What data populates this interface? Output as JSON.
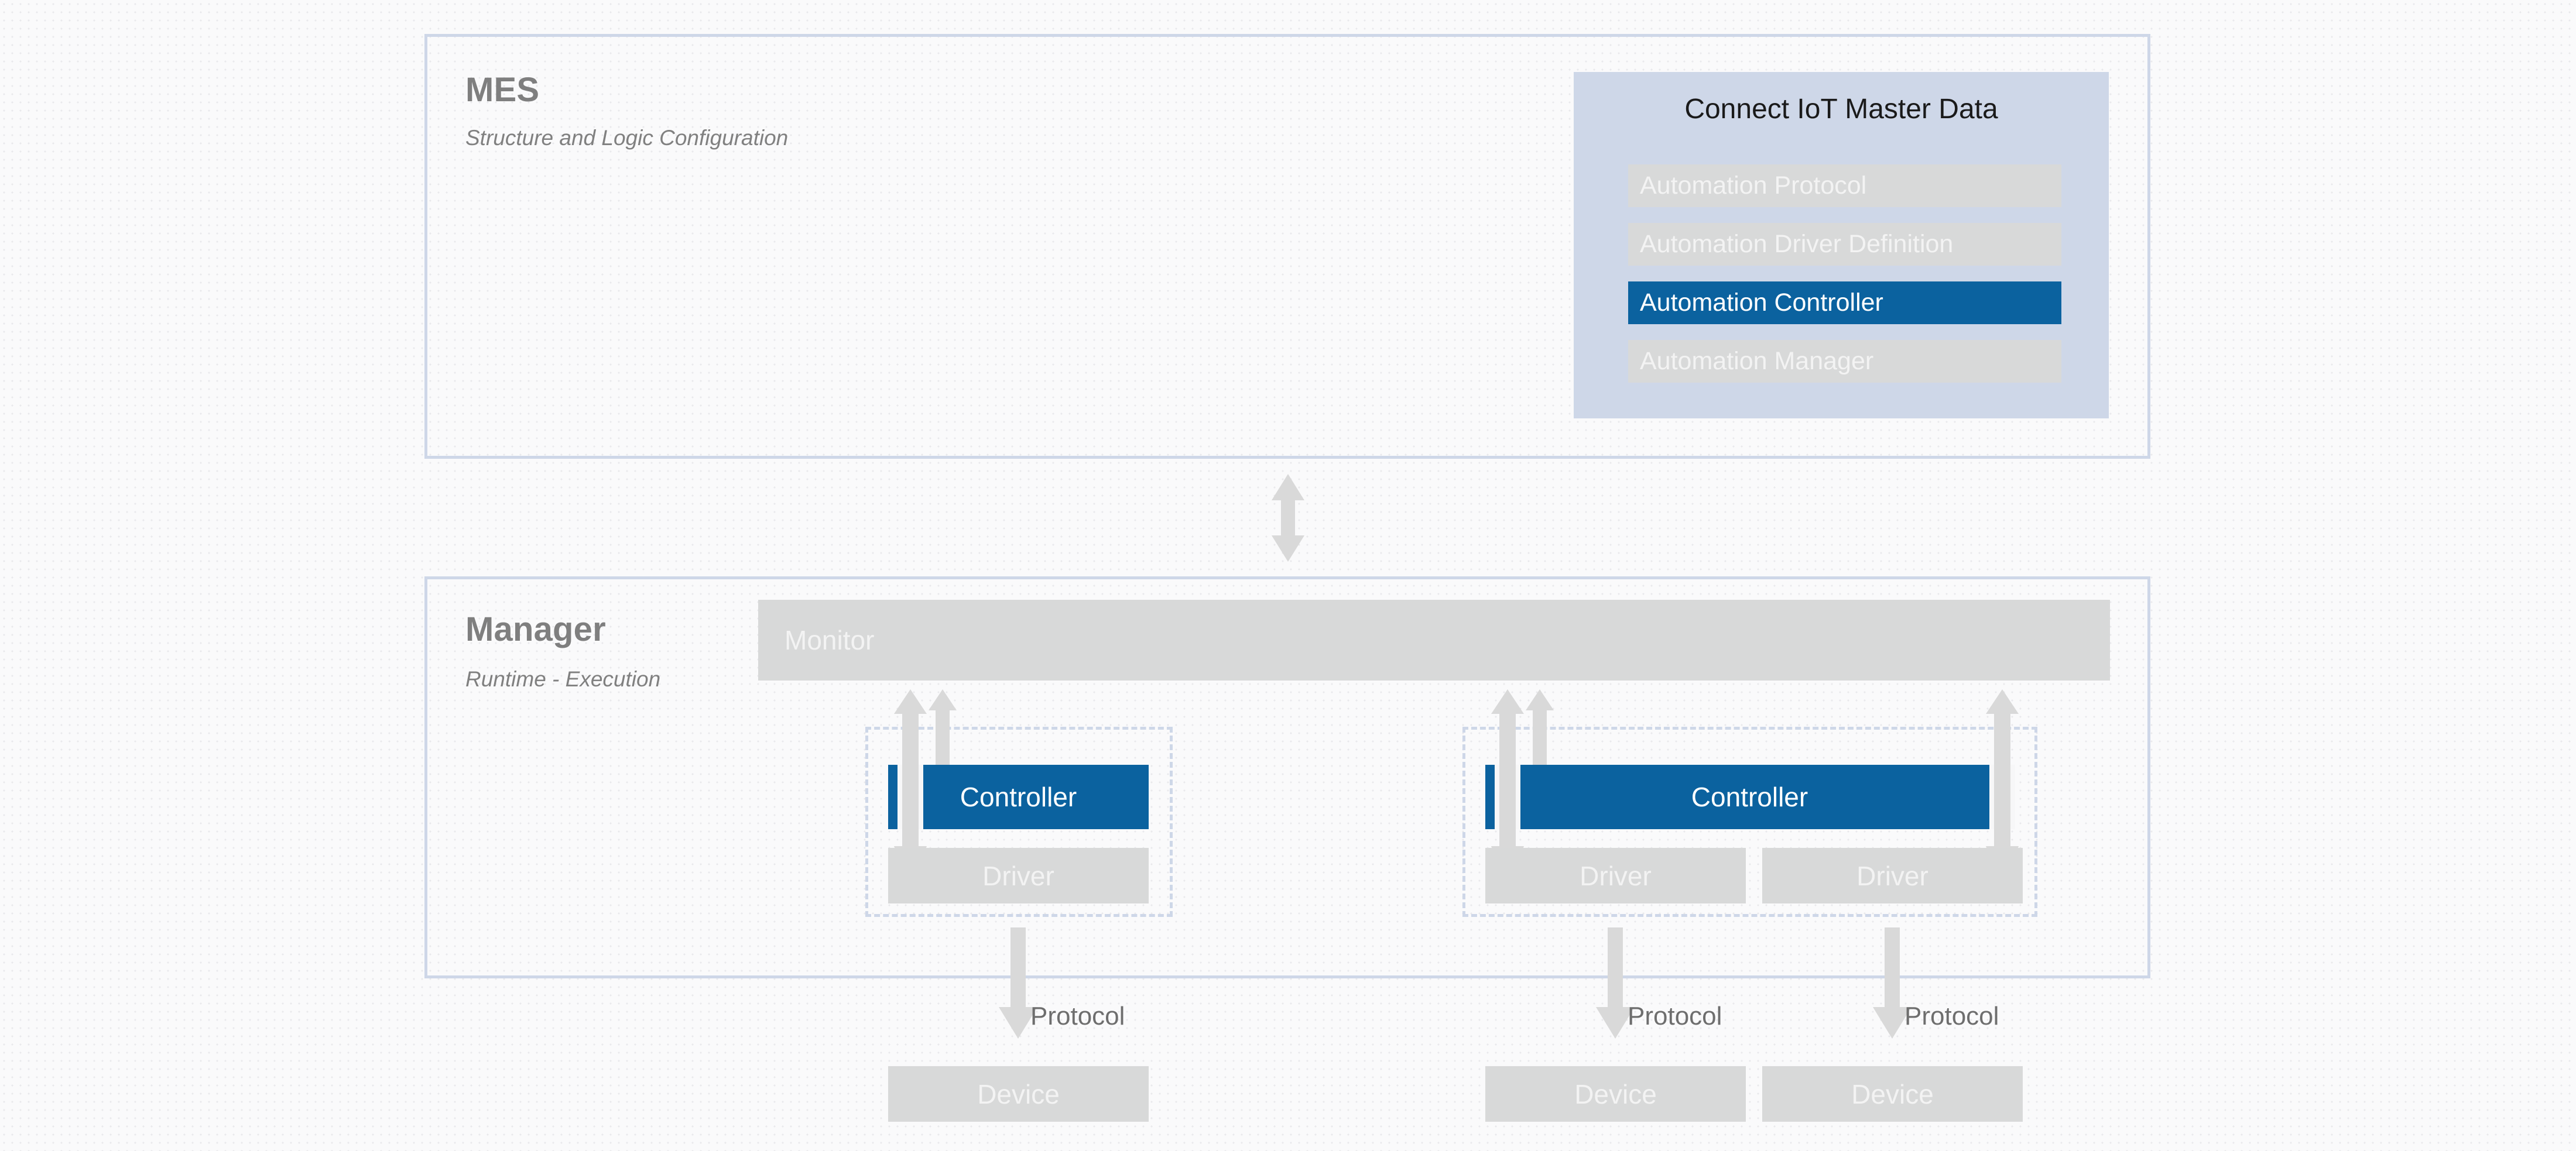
{
  "theme": {
    "page_bg": "#fafafb",
    "frame_border": "#ced7e8",
    "panel_bg": "#ced7e8",
    "accent_blue": "#0b629f",
    "idle_grey": "#d8d9d9",
    "idle_text": "#f3f3f3",
    "heading_grey": "#7f7f7f",
    "arrow_grey": "#d4d4d4",
    "label_grey": "#6e6e6e"
  },
  "sections": {
    "mes": {
      "title": "MES",
      "subtitle": "Structure and Logic Configuration"
    },
    "manager": {
      "title": "Manager",
      "subtitle": "Runtime - Execution"
    }
  },
  "master_data": {
    "title": "Connect IoT Master Data",
    "items": [
      {
        "label": "Automation Protocol",
        "state": "idle"
      },
      {
        "label": "Automation Driver Definition",
        "state": "idle"
      },
      {
        "label": "Automation Controller",
        "state": "active"
      },
      {
        "label": "Automation Manager",
        "state": "idle"
      }
    ]
  },
  "runtime": {
    "monitor_label": "Monitor",
    "groups": [
      {
        "name": "group-left",
        "controller_label": "Controller",
        "drivers": [
          "Driver"
        ]
      },
      {
        "name": "group-right",
        "controller_label": "Controller",
        "drivers": [
          "Driver",
          "Driver"
        ]
      }
    ],
    "protocol_labels": [
      "Protocol",
      "Protocol",
      "Protocol"
    ],
    "devices": [
      "Device",
      "Device",
      "Device"
    ]
  }
}
